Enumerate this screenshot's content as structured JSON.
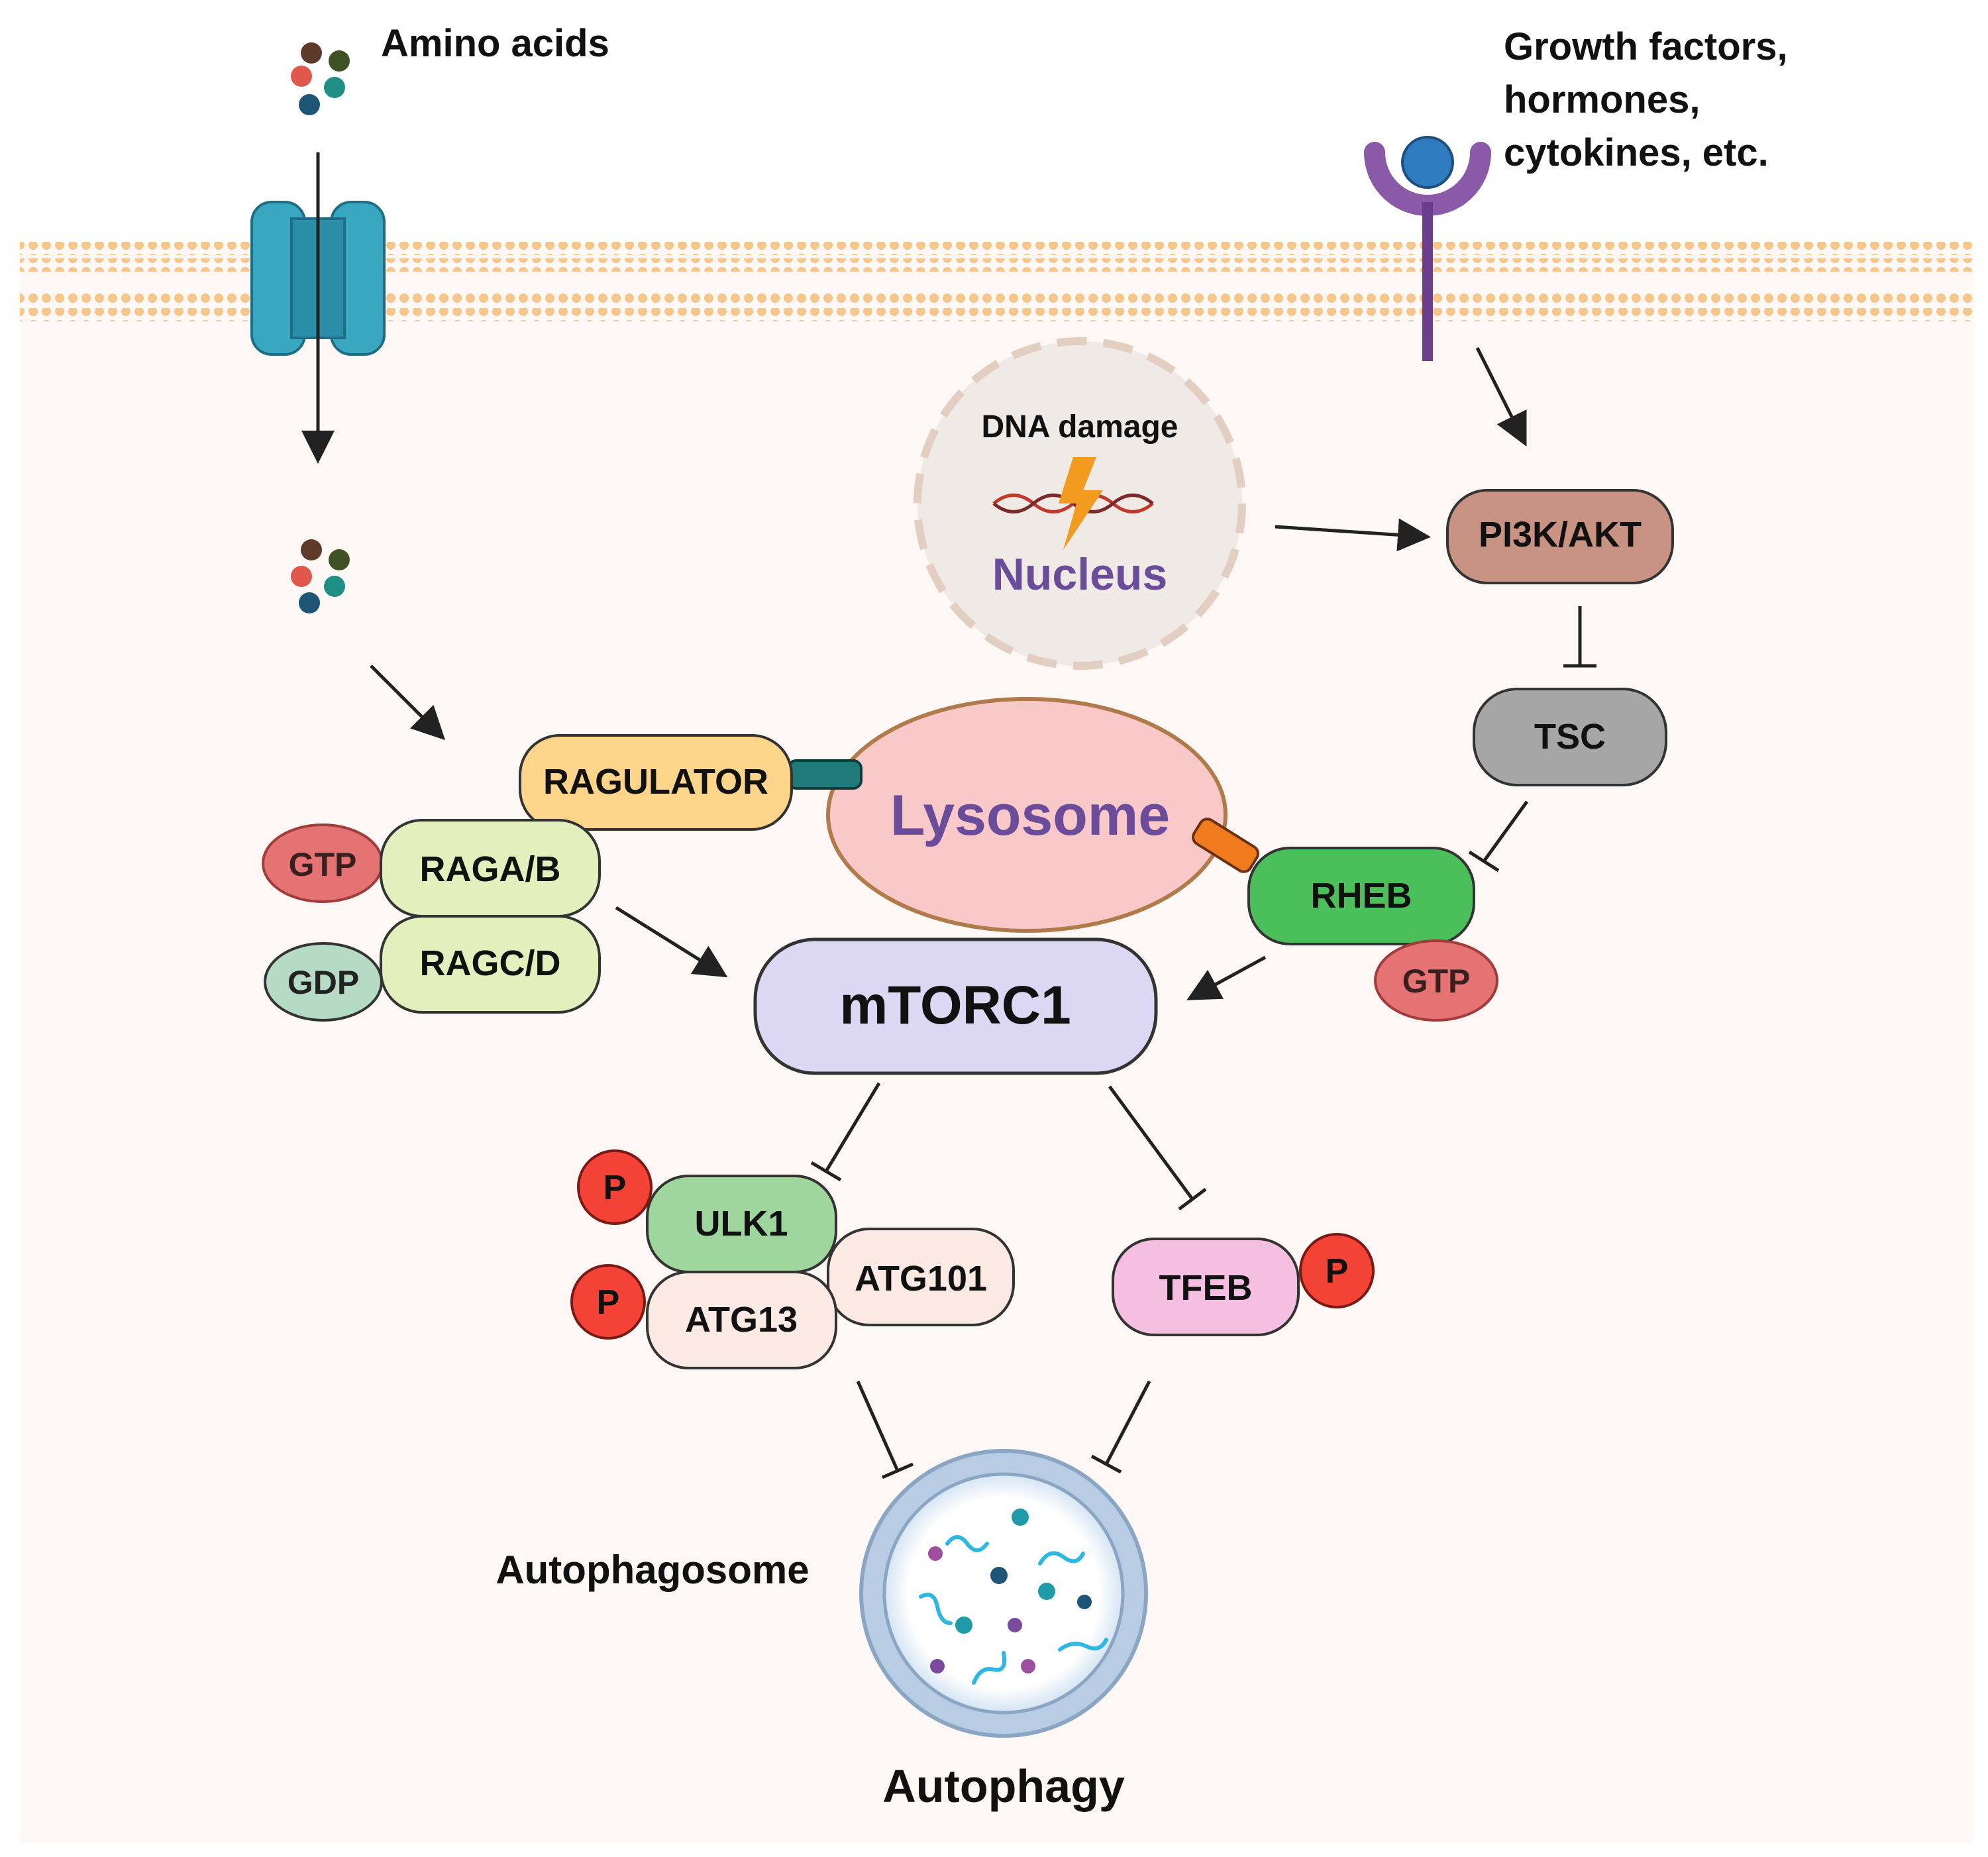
{
  "labels": {
    "amino_acids": "Amino acids",
    "growth_factors": [
      "Growth factors,",
      "hormones,",
      "cytokines, etc."
    ],
    "dna_damage": "DNA damage",
    "nucleus": "Nucleus",
    "pi3k_akt": "PI3K/AKT",
    "tsc": "TSC",
    "ragulator": "RAGULATOR",
    "lysosome": "Lysosome",
    "rheb": "RHEB",
    "rheb_gtp": "GTP",
    "raga_b": "RAGA/B",
    "ragc_d": "RAGC/D",
    "gtp": "GTP",
    "gdp": "GDP",
    "mtorc1": "mTORC1",
    "ulk1": "ULK1",
    "atg13": "ATG13",
    "atg101": "ATG101",
    "tfeb": "TFEB",
    "phospho_ulk1": "P",
    "phospho_atg13": "P",
    "phospho_tfeb": "P",
    "autophagosome": "Autophagosome",
    "autophagy": "Autophagy"
  },
  "colors": {
    "membrane": "#f6c68a",
    "cytoplasm": "#fdf8f5",
    "channel": "#3aa7c1",
    "receptor": "#8a5aa8",
    "ligand": "#2f7bbf",
    "pi3k": "#c89382",
    "tsc": "#a6a6a6",
    "ragulator": "#fdd58a",
    "lysosome_fill": "#f9c8c8",
    "lysosome_border": "#b07a4a",
    "lysosome_text": "#6b4c9a",
    "rheb": "#4bbf5a",
    "gtp": "#e57373",
    "gdp": "#b6dbc4",
    "rag": "#e3f0bd",
    "mtorc1": "#dcd7f2",
    "ulk1": "#9ed69e",
    "atg": "#fbeae3",
    "tfeb": "#f4bfe0",
    "phospho": "#f44336",
    "nucleus_text": "#6b4c9a"
  }
}
